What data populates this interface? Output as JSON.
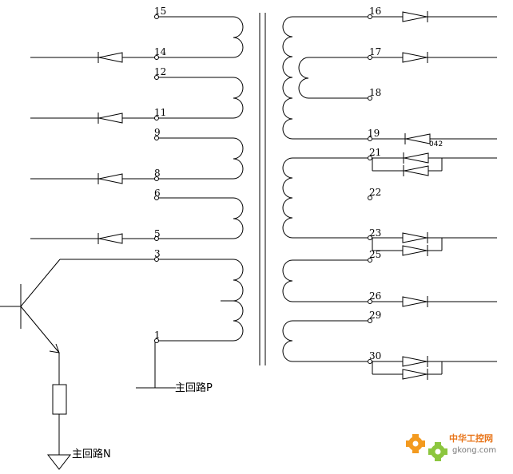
{
  "terminals": {
    "t15": "15",
    "t14": "14",
    "t12": "12",
    "t11": "11",
    "t9": "9",
    "t8": "8",
    "t6": "6",
    "t5": "5",
    "t3": "3",
    "t1": "1",
    "t16": "16",
    "t17": "17",
    "t18": "18",
    "t19": "19",
    "t21": "21",
    "t22": "22",
    "t23": "23",
    "t25": "25",
    "t26": "26",
    "t29": "29",
    "t30": "30"
  },
  "labels": {
    "main_p": "主回路P",
    "main_n": "主回路N",
    "code": "042"
  },
  "watermark": {
    "cn": "中华工控网",
    "url": "gkong.com"
  }
}
